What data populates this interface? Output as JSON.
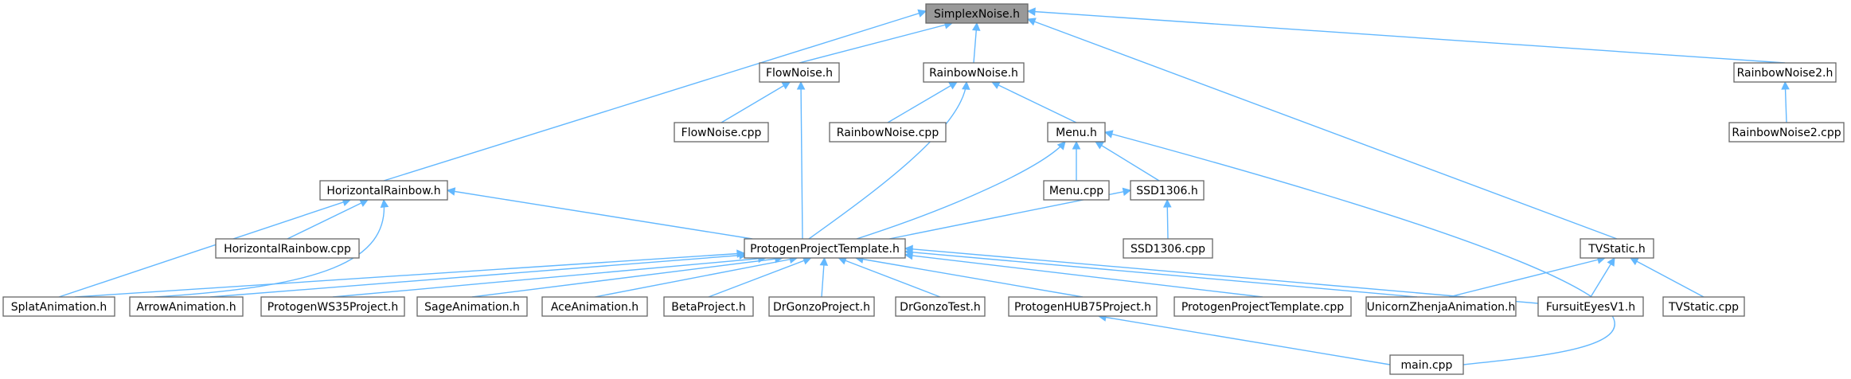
{
  "graph": {
    "colors": {
      "edge": "#63b8ff",
      "node_border": "#666666",
      "root_fill": "#999999",
      "node_fill": "#ffffff",
      "text": "#000000"
    },
    "nodes": [
      {
        "id": "simplexnoise_h",
        "label": "SimplexNoise.h",
        "root": true
      },
      {
        "id": "flownoise_h",
        "label": "FlowNoise.h"
      },
      {
        "id": "rainbownoise_h",
        "label": "RainbowNoise.h"
      },
      {
        "id": "rainbownoise2_h",
        "label": "RainbowNoise2.h"
      },
      {
        "id": "flownoise_cpp",
        "label": "FlowNoise.cpp"
      },
      {
        "id": "rainbownoise_cpp",
        "label": "RainbowNoise.cpp"
      },
      {
        "id": "menu_h",
        "label": "Menu.h"
      },
      {
        "id": "rainbownoise2_cpp",
        "label": "RainbowNoise2.cpp"
      },
      {
        "id": "horizontalrainbow_h",
        "label": "HorizontalRainbow.h"
      },
      {
        "id": "menu_cpp",
        "label": "Menu.cpp"
      },
      {
        "id": "ssd1306_h",
        "label": "SSD1306.h"
      },
      {
        "id": "horizontalrainbow_cpp",
        "label": "HorizontalRainbow.cpp"
      },
      {
        "id": "protogenprojecttemplate_h",
        "label": "ProtogenProjectTemplate.h"
      },
      {
        "id": "ssd1306_cpp",
        "label": "SSD1306.cpp"
      },
      {
        "id": "tvstatic_h",
        "label": "TVStatic.h"
      },
      {
        "id": "splatanimation_h",
        "label": "SplatAnimation.h"
      },
      {
        "id": "arrowanimation_h",
        "label": "ArrowAnimation.h"
      },
      {
        "id": "protogenws35project_h",
        "label": "ProtogenWS35Project.h"
      },
      {
        "id": "sageanimation_h",
        "label": "SageAnimation.h"
      },
      {
        "id": "aceanimation_h",
        "label": "AceAnimation.h"
      },
      {
        "id": "betaproject_h",
        "label": "BetaProject.h"
      },
      {
        "id": "drgonzoproject_h",
        "label": "DrGonzoProject.h"
      },
      {
        "id": "drgonzotest_h",
        "label": "DrGonzoTest.h"
      },
      {
        "id": "protogenhub75project_h",
        "label": "ProtogenHUB75Project.h"
      },
      {
        "id": "protogenprojecttemplate_cpp",
        "label": "ProtogenProjectTemplate.cpp"
      },
      {
        "id": "unicornzhenjaanimation_h",
        "label": "UnicornZhenjaAnimation.h"
      },
      {
        "id": "fursuiteyesv1_h",
        "label": "FursuitEyesV1.h"
      },
      {
        "id": "tvstatic_cpp",
        "label": "TVStatic.cpp"
      },
      {
        "id": "main_cpp",
        "label": "main.cpp"
      }
    ],
    "edges": [
      {
        "from": "flownoise_h",
        "to": "simplexnoise_h"
      },
      {
        "from": "rainbownoise_h",
        "to": "simplexnoise_h"
      },
      {
        "from": "rainbownoise2_h",
        "to": "simplexnoise_h"
      },
      {
        "from": "horizontalrainbow_h",
        "to": "simplexnoise_h"
      },
      {
        "from": "tvstatic_h",
        "to": "simplexnoise_h"
      },
      {
        "from": "flownoise_cpp",
        "to": "flownoise_h"
      },
      {
        "from": "protogenprojecttemplate_h",
        "to": "flownoise_h"
      },
      {
        "from": "rainbownoise_cpp",
        "to": "rainbownoise_h"
      },
      {
        "from": "menu_h",
        "to": "rainbownoise_h"
      },
      {
        "from": "protogenprojecttemplate_h",
        "to": "rainbownoise_h"
      },
      {
        "from": "rainbownoise2_cpp",
        "to": "rainbownoise2_h"
      },
      {
        "from": "menu_cpp",
        "to": "menu_h"
      },
      {
        "from": "ssd1306_h",
        "to": "menu_h"
      },
      {
        "from": "protogenprojecttemplate_h",
        "to": "menu_h"
      },
      {
        "from": "main_cpp",
        "to": "menu_h"
      },
      {
        "from": "ssd1306_cpp",
        "to": "ssd1306_h"
      },
      {
        "from": "protogenprojecttemplate_h",
        "to": "ssd1306_h"
      },
      {
        "from": "horizontalrainbow_cpp",
        "to": "horizontalrainbow_h"
      },
      {
        "from": "protogenprojecttemplate_h",
        "to": "horizontalrainbow_h"
      },
      {
        "from": "splatanimation_h",
        "to": "horizontalrainbow_h"
      },
      {
        "from": "arrowanimation_h",
        "to": "horizontalrainbow_h"
      },
      {
        "from": "splatanimation_h",
        "to": "protogenprojecttemplate_h"
      },
      {
        "from": "arrowanimation_h",
        "to": "protogenprojecttemplate_h"
      },
      {
        "from": "protogenws35project_h",
        "to": "protogenprojecttemplate_h"
      },
      {
        "from": "sageanimation_h",
        "to": "protogenprojecttemplate_h"
      },
      {
        "from": "aceanimation_h",
        "to": "protogenprojecttemplate_h"
      },
      {
        "from": "betaproject_h",
        "to": "protogenprojecttemplate_h"
      },
      {
        "from": "drgonzoproject_h",
        "to": "protogenprojecttemplate_h"
      },
      {
        "from": "drgonzotest_h",
        "to": "protogenprojecttemplate_h"
      },
      {
        "from": "protogenhub75project_h",
        "to": "protogenprojecttemplate_h"
      },
      {
        "from": "protogenprojecttemplate_cpp",
        "to": "protogenprojecttemplate_h"
      },
      {
        "from": "unicornzhenjaanimation_h",
        "to": "protogenprojecttemplate_h"
      },
      {
        "from": "fursuiteyesv1_h",
        "to": "protogenprojecttemplate_h"
      },
      {
        "from": "unicornzhenjaanimation_h",
        "to": "tvstatic_h"
      },
      {
        "from": "fursuiteyesv1_h",
        "to": "tvstatic_h"
      },
      {
        "from": "tvstatic_cpp",
        "to": "tvstatic_h"
      },
      {
        "from": "main_cpp",
        "to": "protogenhub75project_h"
      }
    ]
  }
}
